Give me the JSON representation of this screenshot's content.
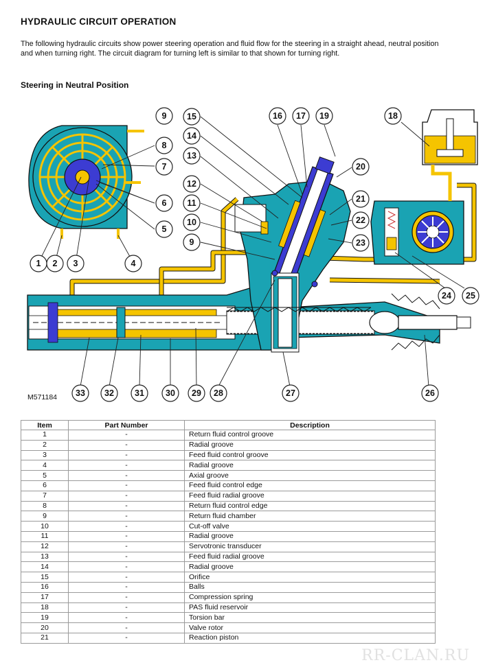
{
  "title": "HYDRAULIC CIRCUIT OPERATION",
  "intro": "The following hydraulic circuits show power steering operation and fluid flow for the steering in a straight ahead, neutral position and when turning right. The circuit diagram for turning left is similar to that shown for turning right.",
  "subhead": "Steering in Neutral Position",
  "figure_id": "M571184",
  "callouts": [
    "1",
    "2",
    "3",
    "4",
    "5",
    "6",
    "7",
    "8",
    "9",
    "9",
    "10",
    "11",
    "12",
    "13",
    "14",
    "15",
    "16",
    "17",
    "18",
    "19",
    "20",
    "21",
    "22",
    "23",
    "24",
    "25",
    "26",
    "27",
    "28",
    "29",
    "30",
    "31",
    "32",
    "33"
  ],
  "table": {
    "headers": [
      "Item",
      "Part Number",
      "Description"
    ],
    "rows": [
      [
        "1",
        "-",
        "Return fluid control groove"
      ],
      [
        "2",
        "-",
        "Radial groove"
      ],
      [
        "3",
        "-",
        "Feed fluid control groove"
      ],
      [
        "4",
        "-",
        "Radial groove"
      ],
      [
        "5",
        "-",
        "Axial groove"
      ],
      [
        "6",
        "-",
        "Feed fluid control edge"
      ],
      [
        "7",
        "-",
        "Feed fluid radial groove"
      ],
      [
        "8",
        "-",
        "Return fluid control edge"
      ],
      [
        "9",
        "-",
        "Return fluid chamber"
      ],
      [
        "10",
        "-",
        "Cut-off valve"
      ],
      [
        "11",
        "-",
        "Radial groove"
      ],
      [
        "12",
        "-",
        "Servotronic transducer"
      ],
      [
        "13",
        "-",
        "Feed fluid radial groove"
      ],
      [
        "14",
        "-",
        "Radial groove"
      ],
      [
        "15",
        "-",
        "Orifice"
      ],
      [
        "16",
        "-",
        "Balls"
      ],
      [
        "17",
        "-",
        "Compression spring"
      ],
      [
        "18",
        "-",
        "PAS fluid reservoir"
      ],
      [
        "19",
        "-",
        "Torsion bar"
      ],
      [
        "20",
        "-",
        "Valve rotor"
      ],
      [
        "21",
        "-",
        "Reaction piston"
      ]
    ]
  },
  "watermark": "RR-CLAN.RU",
  "colors": {
    "housing": "#1aa3b3",
    "fluid_feed": "#f5c400",
    "rotor": "#3c3cd2",
    "outline": "#111111"
  }
}
